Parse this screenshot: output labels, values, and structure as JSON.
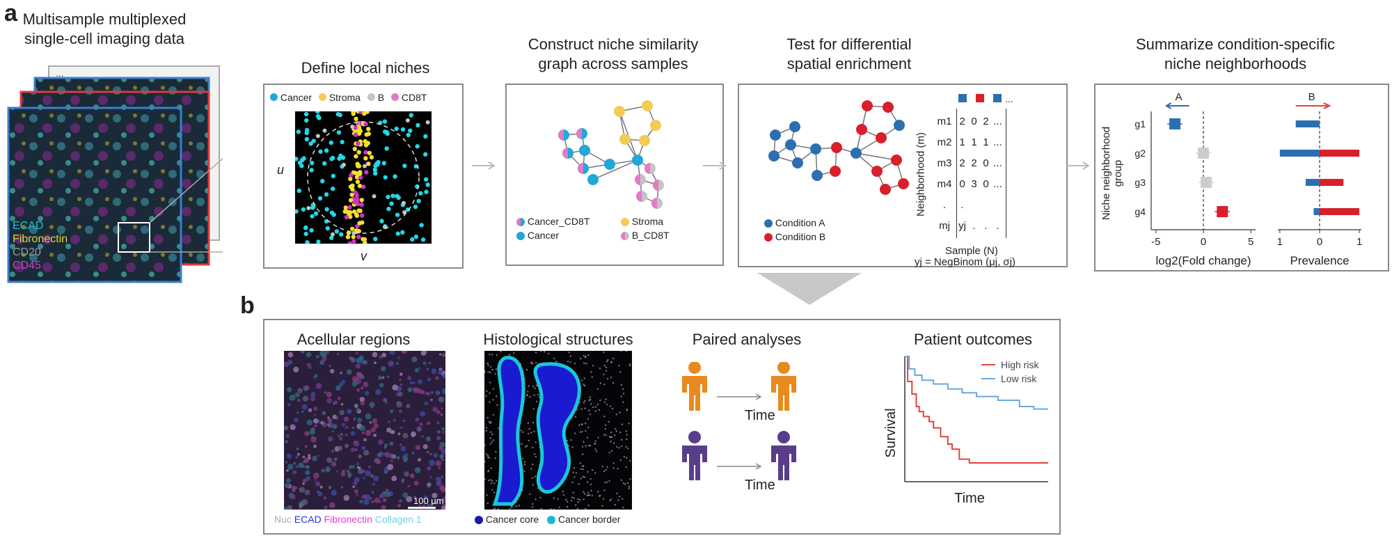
{
  "panel_a": {
    "letter": "a",
    "stack_title_line1": "Multisample multiplexed",
    "stack_title_line2": "single-cell imaging data",
    "stack_dots": "...",
    "markers": [
      {
        "label": "ECAD",
        "color": "#22c3d6"
      },
      {
        "label": "Fibronectin",
        "color": "#d8d83a"
      },
      {
        "label": "CD20",
        "color": "#9a9a9a"
      },
      {
        "label": "CD45",
        "color": "#d040c8"
      }
    ],
    "step1": {
      "title": "Define local niches",
      "legend": [
        {
          "label": "Cancer",
          "color": "#1fa8d8"
        },
        {
          "label": "Stroma",
          "color": "#f2cc55"
        },
        {
          "label": "B",
          "color": "#c4c4c4"
        },
        {
          "label": "CD8T",
          "color": "#e27ac6"
        }
      ],
      "axis_x": "v",
      "axis_y": "u"
    },
    "step2": {
      "title_line1": "Construct niche similarity",
      "title_line2": "graph across samples",
      "legend": [
        {
          "label": "Cancer_CD8T",
          "kind": "split"
        },
        {
          "label": "Stroma",
          "kind": "stroma"
        },
        {
          "label": "Cancer",
          "kind": "cancer"
        },
        {
          "label": "B_CD8T",
          "kind": "bcd8"
        }
      ]
    },
    "step3": {
      "title_line1": "Test for differential",
      "title_line2": "spatial enrichment",
      "legend": [
        {
          "label": "Condition A",
          "color": "#2c6fb0"
        },
        {
          "label": "Condition B",
          "color": "#d8202a"
        }
      ],
      "matrix_ylabel": "Neighborhood (m)",
      "matrix_xlabel": "Sample (N)",
      "matrix_rows": [
        {
          "name": "m1",
          "vals": [
            "2",
            "0",
            "2",
            "..."
          ]
        },
        {
          "name": "m2",
          "vals": [
            "1",
            "1",
            "1",
            "..."
          ]
        },
        {
          "name": "m3",
          "vals": [
            "2",
            "2",
            "0",
            "..."
          ]
        },
        {
          "name": "m4",
          "vals": [
            "0",
            "3",
            "0",
            "..."
          ]
        },
        {
          "name": ".",
          "vals": [
            ".",
            "",
            "",
            ""
          ]
        },
        {
          "name": "mj",
          "vals": [
            "yj",
            ".",
            ".",
            "."
          ]
        }
      ],
      "header_colors": [
        "#2c6fb0",
        "#d8202a",
        "#2c6fb0"
      ],
      "header_more": "...",
      "formula": "yj = NegBinom (μj, σj)"
    },
    "step4": {
      "title_line1": "Summarize condition-specific",
      "title_line2": "niche neighborhoods",
      "ylabel_line1": "Niche neighborhood",
      "ylabel_line2": "group",
      "arrow_a": "A",
      "arrow_b": "B",
      "xlabel_fc": "log2(Fold change)",
      "xlabel_prev": "Prevalence",
      "fc_ticks": [
        "-5",
        "0",
        "5"
      ],
      "prev_ticks": [
        "1",
        "0",
        "1"
      ]
    }
  },
  "chart_data": [
    {
      "type": "scatter",
      "title": "",
      "xlabel": "log2(Fold change)",
      "ylabel": "Niche neighborhood group",
      "xlim": [
        -5.5,
        5.5
      ],
      "categories": [
        "g1",
        "g2",
        "g3",
        "g4"
      ],
      "values": [
        -3,
        0,
        0.3,
        2
      ],
      "errors": [
        0.8,
        0.8,
        0.8,
        0.8
      ],
      "colors": [
        "#2c6fb0",
        "#cccccc",
        "#cccccc",
        "#d8202a"
      ]
    },
    {
      "type": "bar",
      "title": "",
      "xlabel": "Prevalence",
      "categories": [
        "g1",
        "g2",
        "g3",
        "g4"
      ],
      "series": [
        {
          "values": [
            -0.6,
            -1.0,
            -0.35,
            -0.15
          ],
          "color": "#2c6fb0"
        },
        {
          "values": [
            0.0,
            1.0,
            0.6,
            1.0
          ],
          "color": "#d8202a"
        }
      ],
      "xlim": [
        -1.05,
        1.05
      ]
    },
    {
      "type": "line",
      "title": "",
      "xlabel": "Time",
      "ylabel": "Survival",
      "series": [
        {
          "name": "High risk",
          "color": "#e0443c",
          "x": [
            0,
            0.02,
            0.05,
            0.08,
            0.1,
            0.13,
            0.17,
            0.2,
            0.25,
            0.3,
            0.33,
            0.38,
            0.45,
            1.0
          ],
          "y": [
            1.0,
            0.8,
            0.7,
            0.6,
            0.56,
            0.52,
            0.48,
            0.43,
            0.36,
            0.3,
            0.26,
            0.18,
            0.15,
            0.15
          ]
        },
        {
          "name": "Low risk",
          "color": "#6aa7e0",
          "x": [
            0,
            0.03,
            0.07,
            0.12,
            0.2,
            0.3,
            0.4,
            0.5,
            0.65,
            0.8,
            0.9,
            1.0
          ],
          "y": [
            1.0,
            0.9,
            0.85,
            0.81,
            0.78,
            0.74,
            0.71,
            0.68,
            0.65,
            0.6,
            0.58,
            0.58
          ]
        }
      ]
    }
  ],
  "panel_b": {
    "letter": "b",
    "cols": [
      {
        "title": "Acellular regions"
      },
      {
        "title": "Histological structures"
      },
      {
        "title": "Paired analyses"
      },
      {
        "title": "Patient outcomes"
      }
    ],
    "scale_bar": "100 μm",
    "stain_legend": [
      {
        "label": "Nuc",
        "color": "#aaaaaa"
      },
      {
        "label": "ECAD",
        "color": "#2233dd"
      },
      {
        "label": "Fibronectin",
        "color": "#e040d0"
      },
      {
        "label": "Collagen 1",
        "color": "#6fd0e0"
      }
    ],
    "structure_legend": [
      {
        "label": "Cancer core",
        "color": "#1a1aa8"
      },
      {
        "label": "Cancer border",
        "color": "#18b8d8"
      }
    ],
    "time_label": "Time",
    "person_colors": [
      "#e88a1e",
      "#5a3d8a"
    ],
    "survival_x": "Time",
    "survival_y": "Survival"
  }
}
